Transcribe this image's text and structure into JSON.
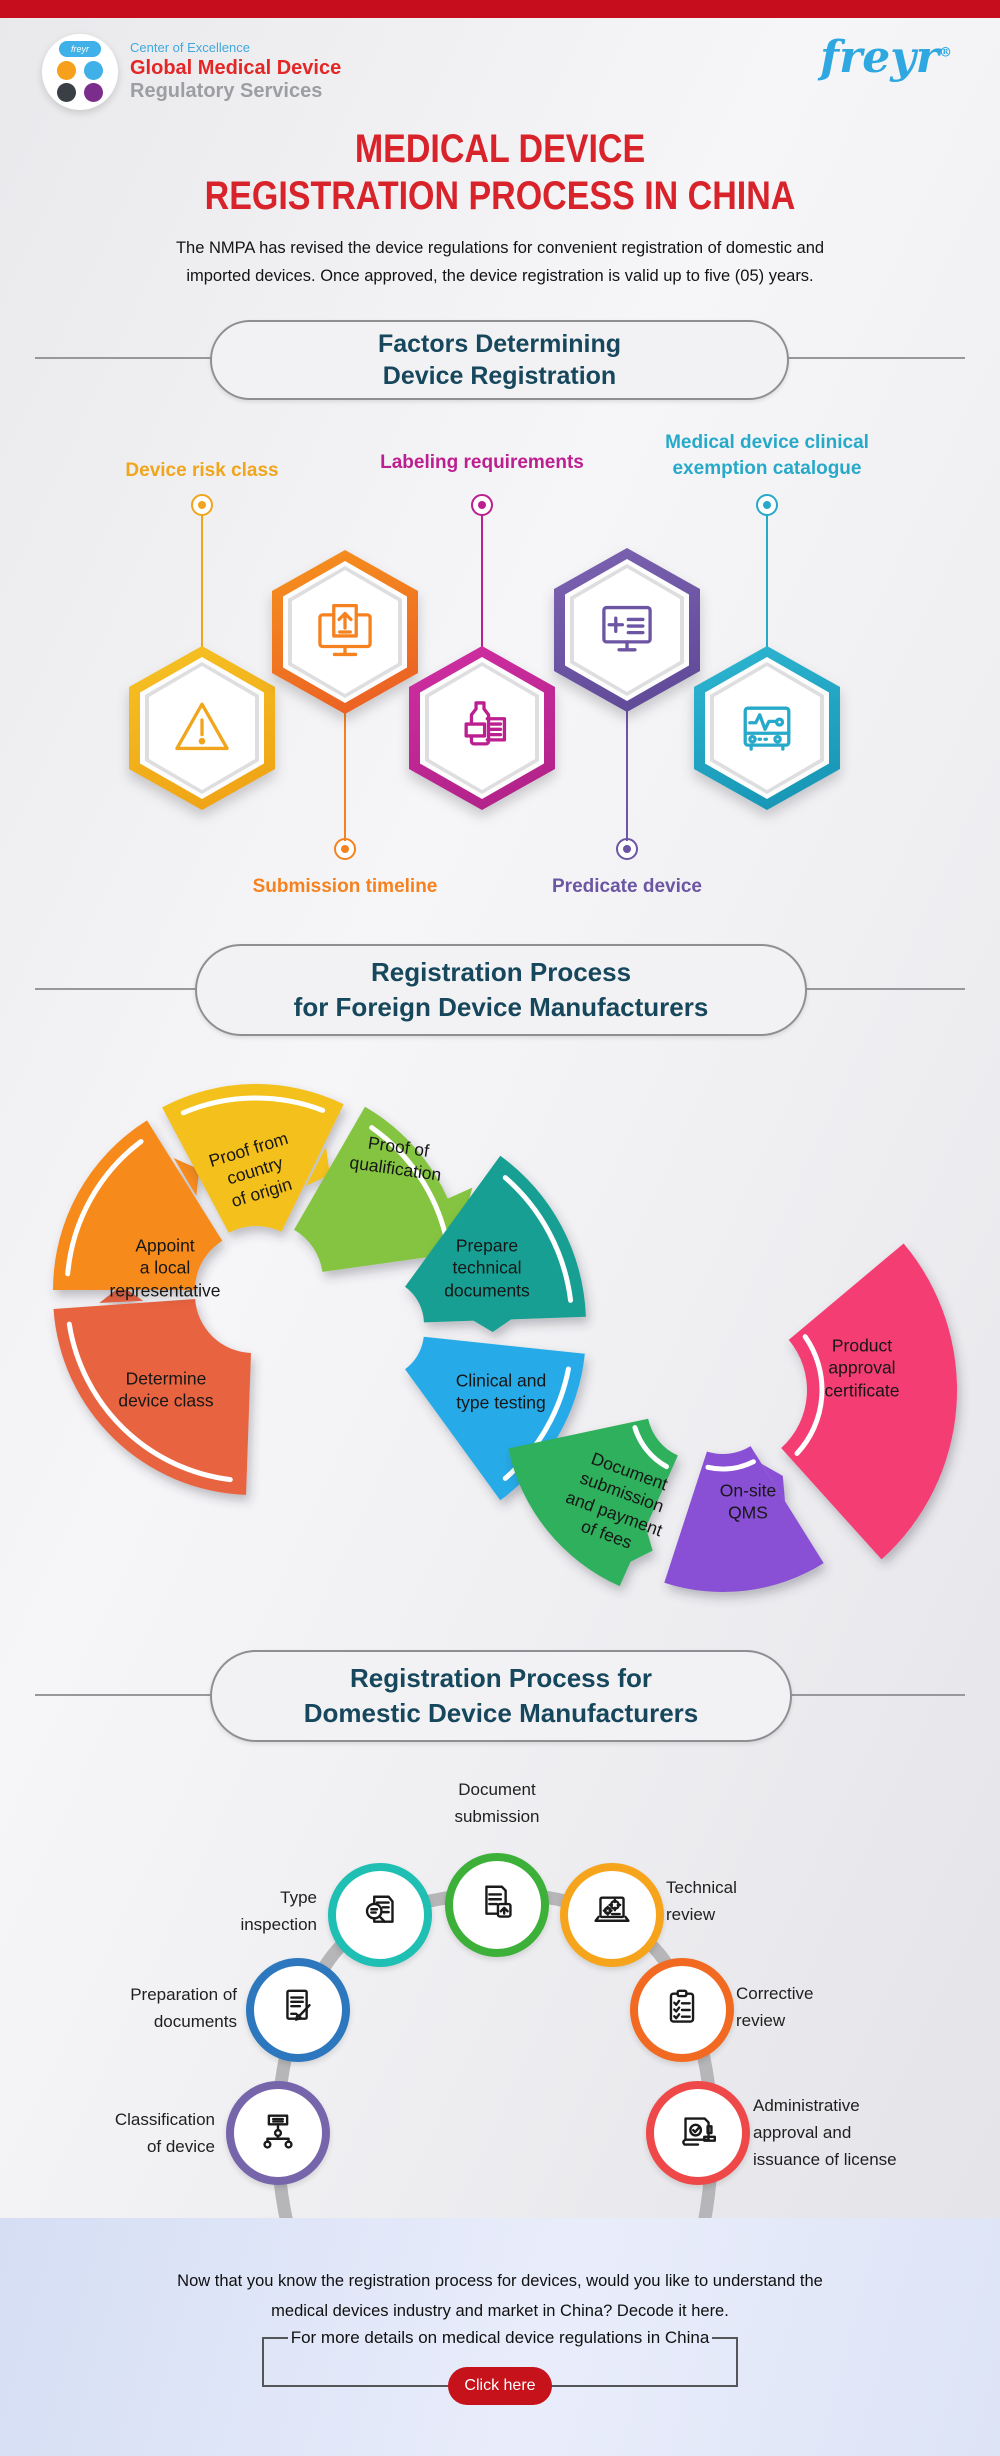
{
  "header": {
    "top_bar_color": "#C60D1E",
    "coe_label": "Center of Excellence",
    "brand_line1": "Global Medical Device",
    "brand_line2": "Regulatory Services",
    "logo_text": "freyr",
    "corner_logo_text": "freyr",
    "reg_mark": "®"
  },
  "title": {
    "line1": "MEDICAL DEVICE",
    "line2": "REGISTRATION PROCESS IN CHINA",
    "color": "#D8232A"
  },
  "intro": {
    "line1": "The NMPA has revised the device regulations for convenient registration of domestic and",
    "line2": "imported devices. Once approved, the device registration is valid up to five (05) years."
  },
  "factors_section": {
    "heading_line1": "Factors Determining",
    "heading_line2": "Device Registration",
    "items": [
      {
        "label_lines": [
          "Device risk class"
        ],
        "color": "#F0A51C",
        "icon": "warning-triangle-icon",
        "label_position": "top"
      },
      {
        "label_lines": [
          "Submission timeline"
        ],
        "color": "#F5821F",
        "icon": "monitor-upload-icon",
        "label_position": "bottom"
      },
      {
        "label_lines": [
          "Labeling requirements"
        ],
        "color": "#BB1F90",
        "icon": "product-label-icon",
        "label_position": "top"
      },
      {
        "label_lines": [
          "Predicate device"
        ],
        "color": "#6C55A3",
        "icon": "medical-monitor-icon",
        "label_position": "bottom"
      },
      {
        "label_lines": [
          "Medical device clinical",
          "exemption catalogue"
        ],
        "color": "#27A9C9",
        "icon": "diagnostic-device-icon",
        "label_position": "top"
      }
    ]
  },
  "foreign_section": {
    "heading_line1": "Registration Process",
    "heading_line2": "for Foreign Device Manufacturers",
    "steps": [
      {
        "label_lines": [
          "Determine",
          "device class"
        ],
        "color": "#E8643F"
      },
      {
        "label_lines": [
          "Appoint",
          "a local",
          "representative"
        ],
        "color": "#F68B1F"
      },
      {
        "label_lines": [
          "Proof from",
          "country",
          "of origin"
        ],
        "color": "#F3C01E"
      },
      {
        "label_lines": [
          "Proof of",
          "qualification"
        ],
        "color": "#85C440"
      },
      {
        "label_lines": [
          "Prepare",
          "technical",
          "documents"
        ],
        "color": "#169F92"
      },
      {
        "label_lines": [
          "Clinical and",
          "type testing"
        ],
        "color": "#25ABE8"
      },
      {
        "label_lines": [
          "Document",
          "submission",
          "and payment",
          "of fees"
        ],
        "color": "#2FB05C"
      },
      {
        "label_lines": [
          "On-site",
          "QMS"
        ],
        "color": "#8950D4"
      },
      {
        "label_lines": [
          "Product",
          "approval",
          "certificate"
        ],
        "color": "#F43D73"
      }
    ]
  },
  "domestic_section": {
    "heading_line1": "Registration Process for",
    "heading_line2": "Domestic Device Manufacturers",
    "steps": [
      {
        "label_lines": [
          "Document",
          "submission"
        ],
        "color": "#3DB039",
        "icon": "doc-upload-icon"
      },
      {
        "label_lines": [
          "Type",
          "inspection"
        ],
        "color": "#1FBFB4",
        "icon": "magnifier-doc-icon"
      },
      {
        "label_lines": [
          "Technical",
          "review"
        ],
        "color": "#F6A41C",
        "icon": "laptop-gears-icon"
      },
      {
        "label_lines": [
          "Preparation of",
          "documents"
        ],
        "color": "#2C77BE",
        "icon": "doc-pen-icon"
      },
      {
        "label_lines": [
          "Corrective",
          "review"
        ],
        "color": "#F26A21",
        "icon": "clipboard-check-icon"
      },
      {
        "label_lines": [
          "Classification",
          "of device"
        ],
        "color": "#7765AC",
        "icon": "hierarchy-icon"
      },
      {
        "label_lines": [
          "Administrative",
          "approval and",
          "issuance of license"
        ],
        "color": "#EF4848",
        "icon": "license-stamp-icon"
      }
    ]
  },
  "footer": {
    "prompt_line1": "Now that you know the registration process for devices, would you like to understand the",
    "prompt_line2": "medical devices industry and market in China? Decode it here.",
    "cta_label": "For more details on medical device regulations in China",
    "button_label": "Click here",
    "button_color": "#C6121B"
  }
}
